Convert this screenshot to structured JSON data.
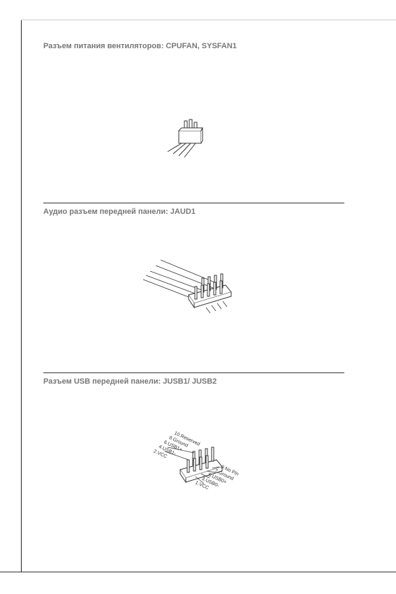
{
  "sections": [
    {
      "heading": "Разъем питания вентиляторов: CPUFAN, SYSFAN1"
    },
    {
      "heading": "Аудио разъем передней панели: JAUD1"
    },
    {
      "heading": "Разъем USB передней панели: JUSB1/ JUSB2"
    }
  ],
  "usb_pins_left": [
    "10.Reserved",
    "8.Ground",
    "6.USB1+",
    "4.USB1-",
    "2.VCC"
  ],
  "usb_pins_right": [
    "9.No Pin",
    "7.Ground",
    "5.USB0+",
    "3.USB0-",
    "1.VCC"
  ]
}
